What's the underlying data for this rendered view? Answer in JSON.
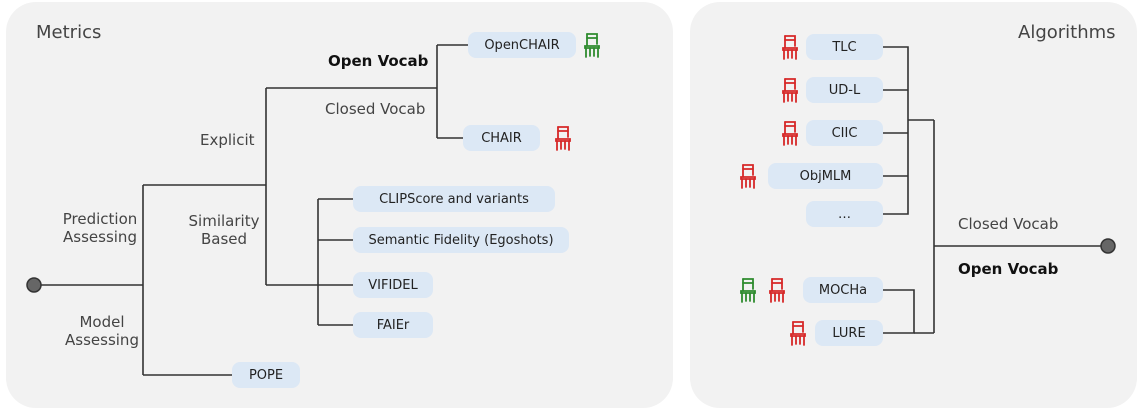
{
  "left_panel": {
    "title": "Metrics",
    "labels": {
      "prediction_assessing": "Prediction\nAssessing",
      "model_assessing": "Model\nAssessing",
      "explicit": "Explicit",
      "similarity_based": "Similarity\nBased",
      "open_vocab": "Open Vocab",
      "closed_vocab": "Closed Vocab"
    },
    "nodes": {
      "openchair": "OpenCHAIR",
      "chair": "CHAIR",
      "clipscore": "CLIPScore and variants",
      "semantic_fidelity": "Semantic Fidelity (Egoshots)",
      "vifidel": "VIFIDEL",
      "faier": "FAIEr",
      "pope": "POPE"
    }
  },
  "right_panel": {
    "title": "Algorithms",
    "labels": {
      "closed_vocab": "Closed Vocab",
      "open_vocab": "Open Vocab"
    },
    "nodes": {
      "tlc": "TLC",
      "udl": "UD-L",
      "ciic": "CIIC",
      "objmlm": "ObjMLM",
      "ellipsis": "…",
      "mocha": "MOCHa",
      "lure": "LURE"
    }
  },
  "colors": {
    "panel": "#f2f2f2",
    "node": "#dce8f5",
    "line": "#333333",
    "chair_red": "#d62828",
    "chair_green": "#2e8b2e"
  },
  "icons": {
    "chair": "chair-icon",
    "root": "circle-node"
  }
}
